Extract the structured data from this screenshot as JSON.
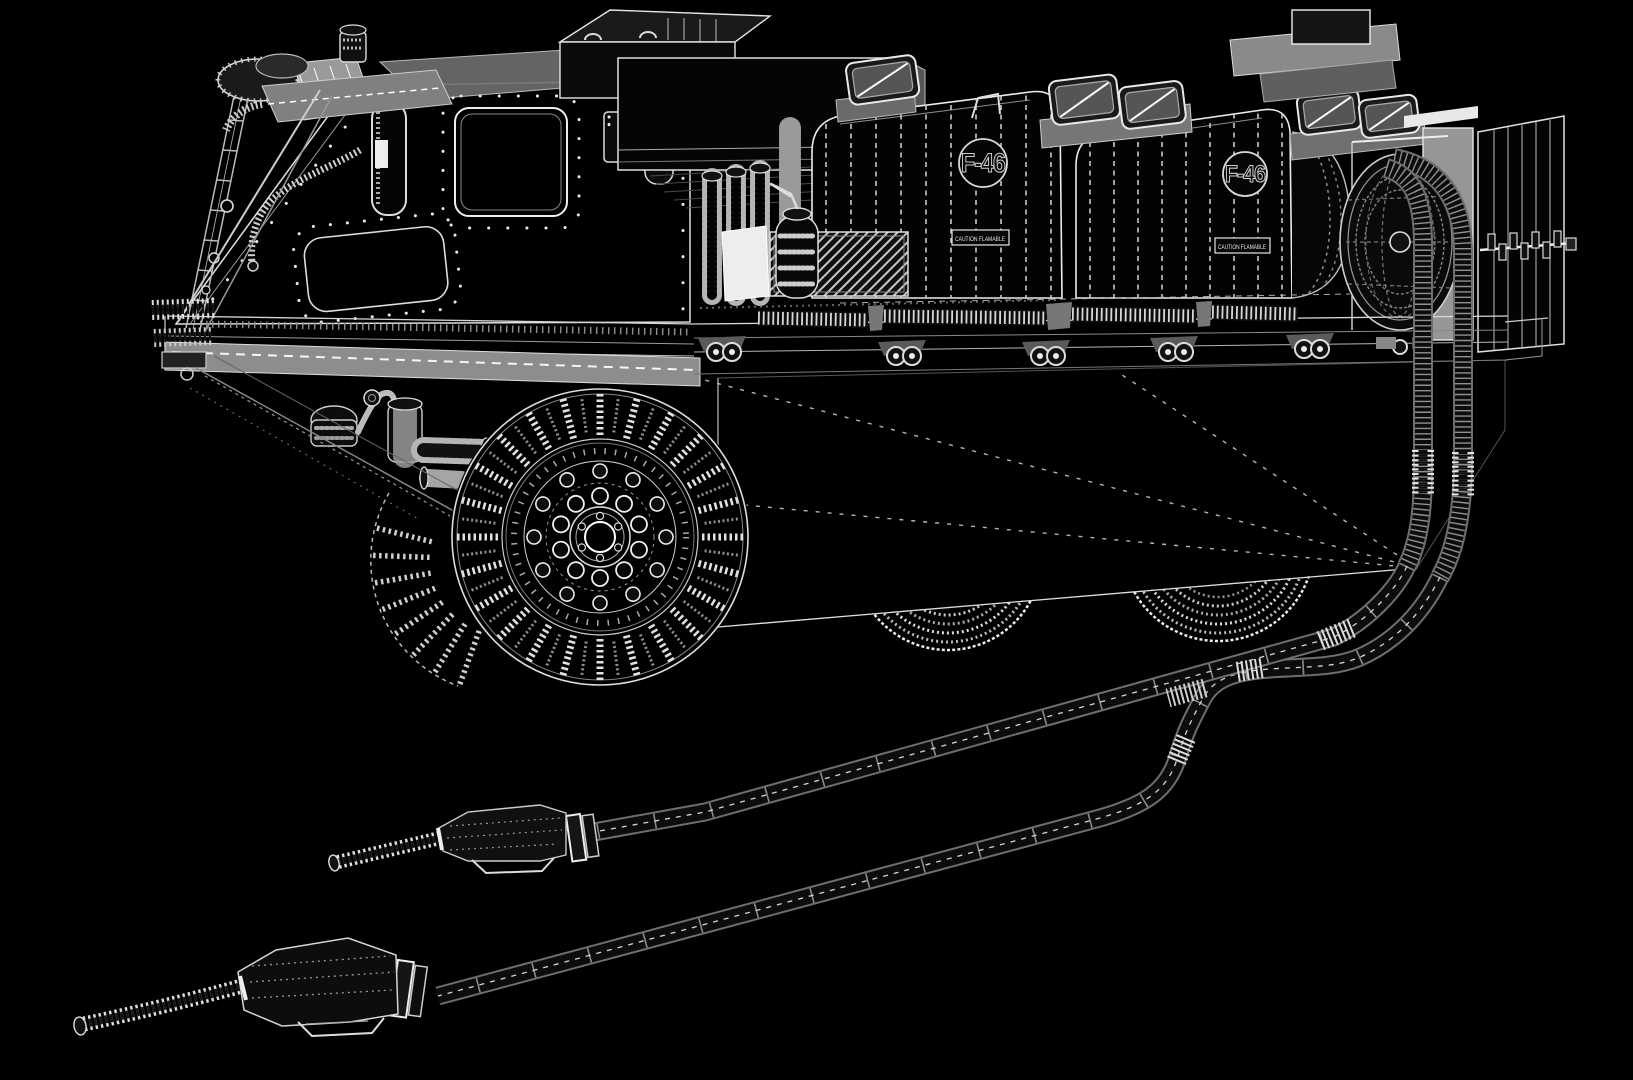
{
  "scene": {
    "subject": "Black-and-white wireframe render of a military amphibious refueller truck with two deployed fuel hoses and nozzles",
    "background_color": "#000000",
    "wireframe_color": "#ffffff",
    "panel_gray": "#8d8d8d"
  },
  "markings": {
    "tank1_badge": "F-46",
    "tank2_badge": "F-46",
    "tank1_caution_plate": "CAUTION FLAMABLE",
    "tank2_caution_plate": "CAUTION FLAMABLE"
  }
}
